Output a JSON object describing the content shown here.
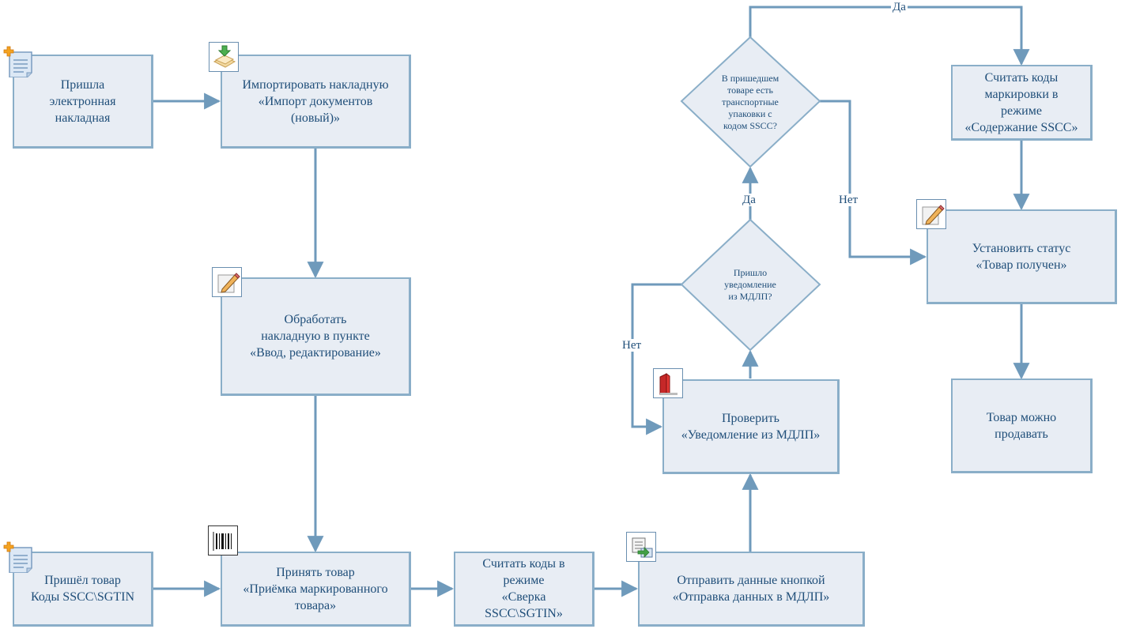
{
  "boxes": {
    "invoice_arrived": "Пришла\nэлектронная\nнакладная",
    "import_invoice": "Импортировать накладную\n«Импорт документов\n(новый)»",
    "process_invoice": "Обработать\nнакладную в пункте\n«Ввод, редактирование»",
    "goods_arrived": "Пришёл товар\nКоды SSCC\\SGTIN",
    "accept_goods": "Принять товар\n«Приёмка маркированного\nтовара»",
    "scan_codes_sverka": "Считать коды в\nрежиме\n«Сверка\nSSCC\\SGTIN»",
    "send_data": "Отправить данные кнопкой\n«Отправка данных в МДЛП»",
    "check_notification": "Проверить\n«Уведомление из МДЛП»",
    "scan_codes_sscc": "Считать коды\nмаркировки в\nрежиме\n«Содержание SSCC»",
    "set_status": "Установить статус\n«Товар получен»",
    "can_sell": "Товар можно\nпродавать"
  },
  "decisions": {
    "notification_received": "Пришло\nуведомление\nиз МДЛП?",
    "has_sscc": "В пришедшем\nтоваре есть\nтранспортные\nупаковки с\nкодом SSCC?"
  },
  "edge_labels": {
    "no_left": "Нет",
    "yes_middle": "Да",
    "yes_top": "Да",
    "no_right": "Нет"
  },
  "colors": {
    "box_fill": "#e8edf4",
    "box_border": "#8aaec8",
    "connector": "#6f9abb",
    "text": "#1f4e79"
  },
  "icons": {
    "invoice_arrived": "new-document-icon",
    "goods_arrived": "new-document-icon",
    "import_invoice": "import-icon",
    "process_invoice": "edit-pencil-icon",
    "accept_goods": "barcode-icon",
    "send_data": "send-data-icon",
    "check_notification": "notification-book-icon",
    "set_status": "edit-pencil-icon"
  }
}
